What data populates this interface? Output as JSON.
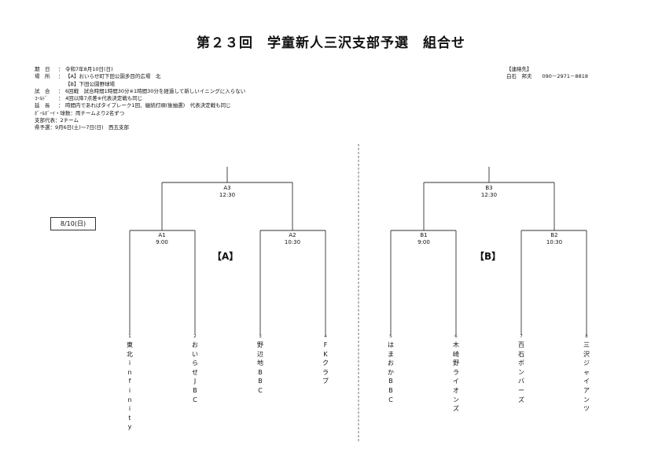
{
  "title": "第２３回　学童新人三沢支部予選　組合せ",
  "info": [
    {
      "label": "期　日",
      "sep": "：",
      "value": "令和7年8月10日(日)"
    },
    {
      "label": "場　所",
      "sep": "：",
      "value": "【A】おいらせ町下田公園多目的広場　北"
    },
    {
      "label": "",
      "sep": "",
      "value": "【B】下田公園野球場"
    },
    {
      "label": "試　合",
      "sep": "：",
      "value": "6回戦　試合時間1時間30分※1時間30分を経過して新しいイニングに入らない"
    },
    {
      "label": "ｺｰﾙﾄﾞ",
      "sep": "：",
      "value": "4回以降7点差※代表決定戦も同じ"
    },
    {
      "label": "延　長",
      "sep": "：",
      "value": "時間内であればタイブレーク1回、継続打順(後抽選)　代表決定戦も同じ"
    },
    {
      "label": "",
      "sep": "",
      "value": "ﾎﾞｰﾙﾎﾞｰｲ・球数：両チームより2名ずつ"
    },
    {
      "label": "",
      "sep": "",
      "value": "支部代表：2チーム"
    },
    {
      "label": "",
      "sep": "",
      "value": "県予選：9月6日(土)～7日(日)　西五支部"
    }
  ],
  "contact": {
    "heading": "【連絡先】",
    "name": "白石　邦夫",
    "phone": "090－2971－8818"
  },
  "date_box": "8/10(日)",
  "blocks": [
    {
      "label": "【A】"
    },
    {
      "label": "【B】"
    }
  ],
  "matches": {
    "A3": {
      "code": "A3",
      "time": "12:30"
    },
    "A1": {
      "code": "A1",
      "time": "9:00"
    },
    "A2": {
      "code": "A2",
      "time": "10:30"
    },
    "B3": {
      "code": "B3",
      "time": "12:30"
    },
    "B1": {
      "code": "B1",
      "time": "9:00"
    },
    "B2": {
      "code": "B2",
      "time": "10:30"
    }
  },
  "teams": [
    {
      "num": "1",
      "name": "東北infinity"
    },
    {
      "num": "2",
      "name": "おいらせJBC"
    },
    {
      "num": "3",
      "name": "野辺地BBC"
    },
    {
      "num": "4",
      "name": "FKクラブ"
    },
    {
      "num": "5",
      "name": "はまおかBBC"
    },
    {
      "num": "6",
      "name": "木崎野ライオンズ"
    },
    {
      "num": "7",
      "name": "百石ボンバーズ"
    },
    {
      "num": "8",
      "name": "三沢ジャイアンツ"
    }
  ]
}
